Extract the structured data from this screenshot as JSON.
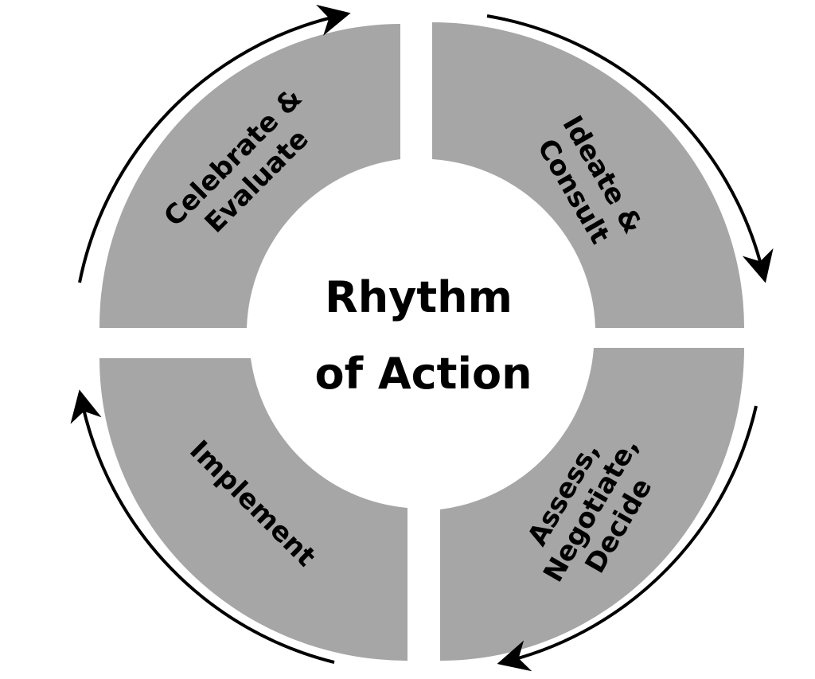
{
  "title": [
    "Rhythm",
    "of Action"
  ],
  "segments": [
    {
      "id": "celebrate-evaluate",
      "lines": [
        "Celebrate &",
        "Evaluate"
      ]
    },
    {
      "id": "ideate-consult",
      "lines": [
        "Ideate &",
        "Consult"
      ]
    },
    {
      "id": "assess-negotiate-decide",
      "lines": [
        "Assess,",
        "Negotiate,",
        "Decide"
      ]
    },
    {
      "id": "implement",
      "lines": [
        "Implement"
      ]
    }
  ],
  "colors": {
    "segment": "#a6a6a6",
    "text": "#000000",
    "arrow": "#000000"
  }
}
